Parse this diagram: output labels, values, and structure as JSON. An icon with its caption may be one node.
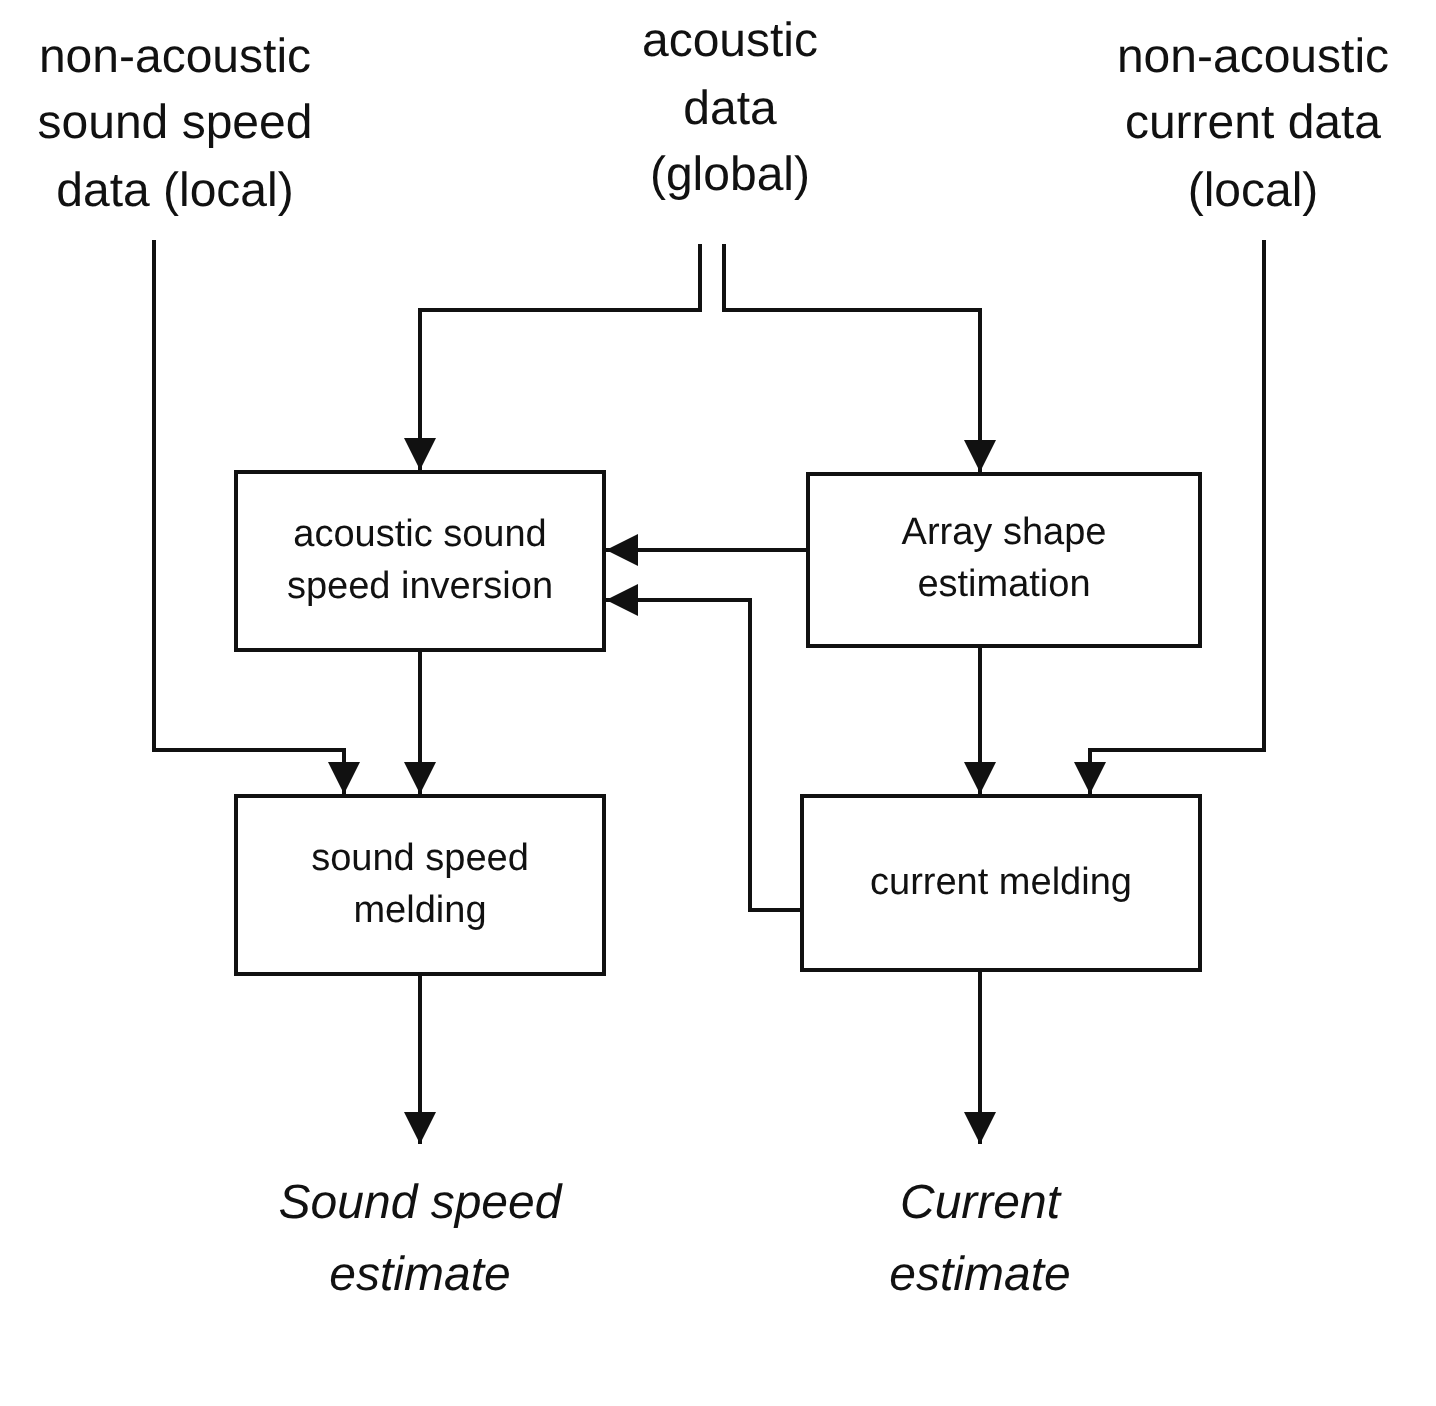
{
  "diagram": {
    "nodes": [
      {
        "text": [
          "non-acoustic sound speed data (local)"
        ]
      },
      {
        "text": [
          "acoustic data (global)"
        ]
      },
      {
        "text": [
          "non-acoustic current data (local)"
        ]
      },
      {
        "text": [
          "acoustic sound speed inversion"
        ]
      },
      {
        "text": [
          "Array shape estimation"
        ]
      },
      {
        "text": [
          "sound speed melding"
        ]
      },
      {
        "text": [
          "current melding"
        ]
      },
      {
        "text": [
          "Sound speed estimate"
        ]
      },
      {
        "text": [
          "Current estimate"
        ]
      }
    ],
    "edges": [
      {
        "from": 0,
        "to": 5,
        "arrow": "to"
      },
      {
        "from": 1,
        "to": 3,
        "arrow": "to"
      },
      {
        "from": 1,
        "to": 4,
        "arrow": "to"
      },
      {
        "from": 2,
        "to": 6,
        "arrow": "to"
      },
      {
        "from": 3,
        "to": 5,
        "arrow": "to"
      },
      {
        "from": 4,
        "to": 3,
        "arrow": "to"
      },
      {
        "from": 4,
        "to": 6,
        "arrow": "to"
      },
      {
        "from": 6,
        "to": 3,
        "arrow": "to"
      },
      {
        "from": 5,
        "to": 7,
        "arrow": "to"
      },
      {
        "from": 6,
        "to": 8,
        "arrow": "to"
      }
    ]
  }
}
